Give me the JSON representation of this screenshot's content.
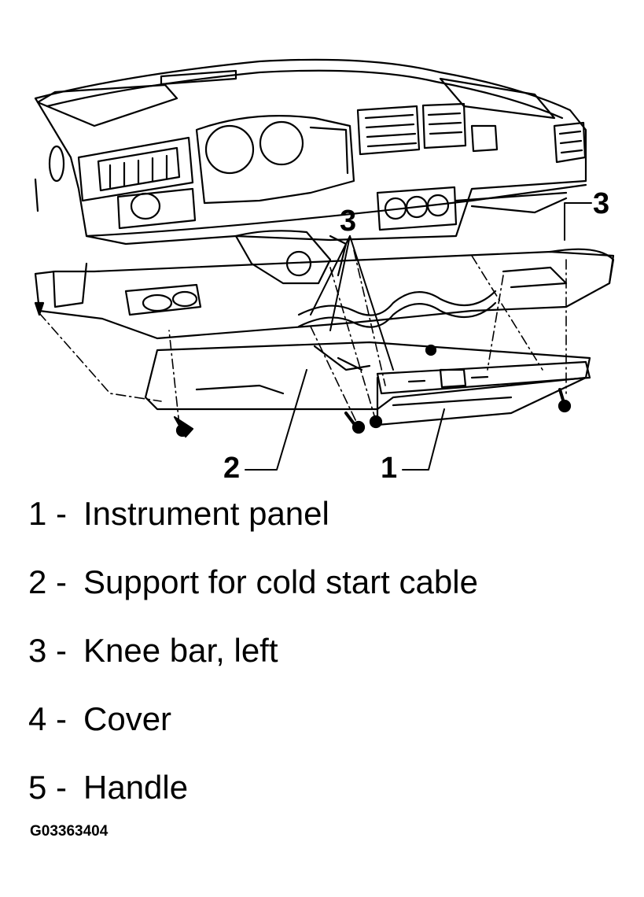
{
  "callouts": {
    "c1": "1",
    "c2": "2",
    "c3_center": "3",
    "c3_right": "3"
  },
  "legend": {
    "items": [
      {
        "num": "1 -",
        "label": "Instrument panel"
      },
      {
        "num": "2 -",
        "label": "Support for cold start cable"
      },
      {
        "num": "3 -",
        "label": "Knee bar, left"
      },
      {
        "num": "4 -",
        "label": "Cover"
      },
      {
        "num": "5 -",
        "label": "Handle"
      }
    ]
  },
  "figure_id": "G03363404",
  "colors": {
    "ink": "#000000",
    "paper": "#ffffff"
  }
}
